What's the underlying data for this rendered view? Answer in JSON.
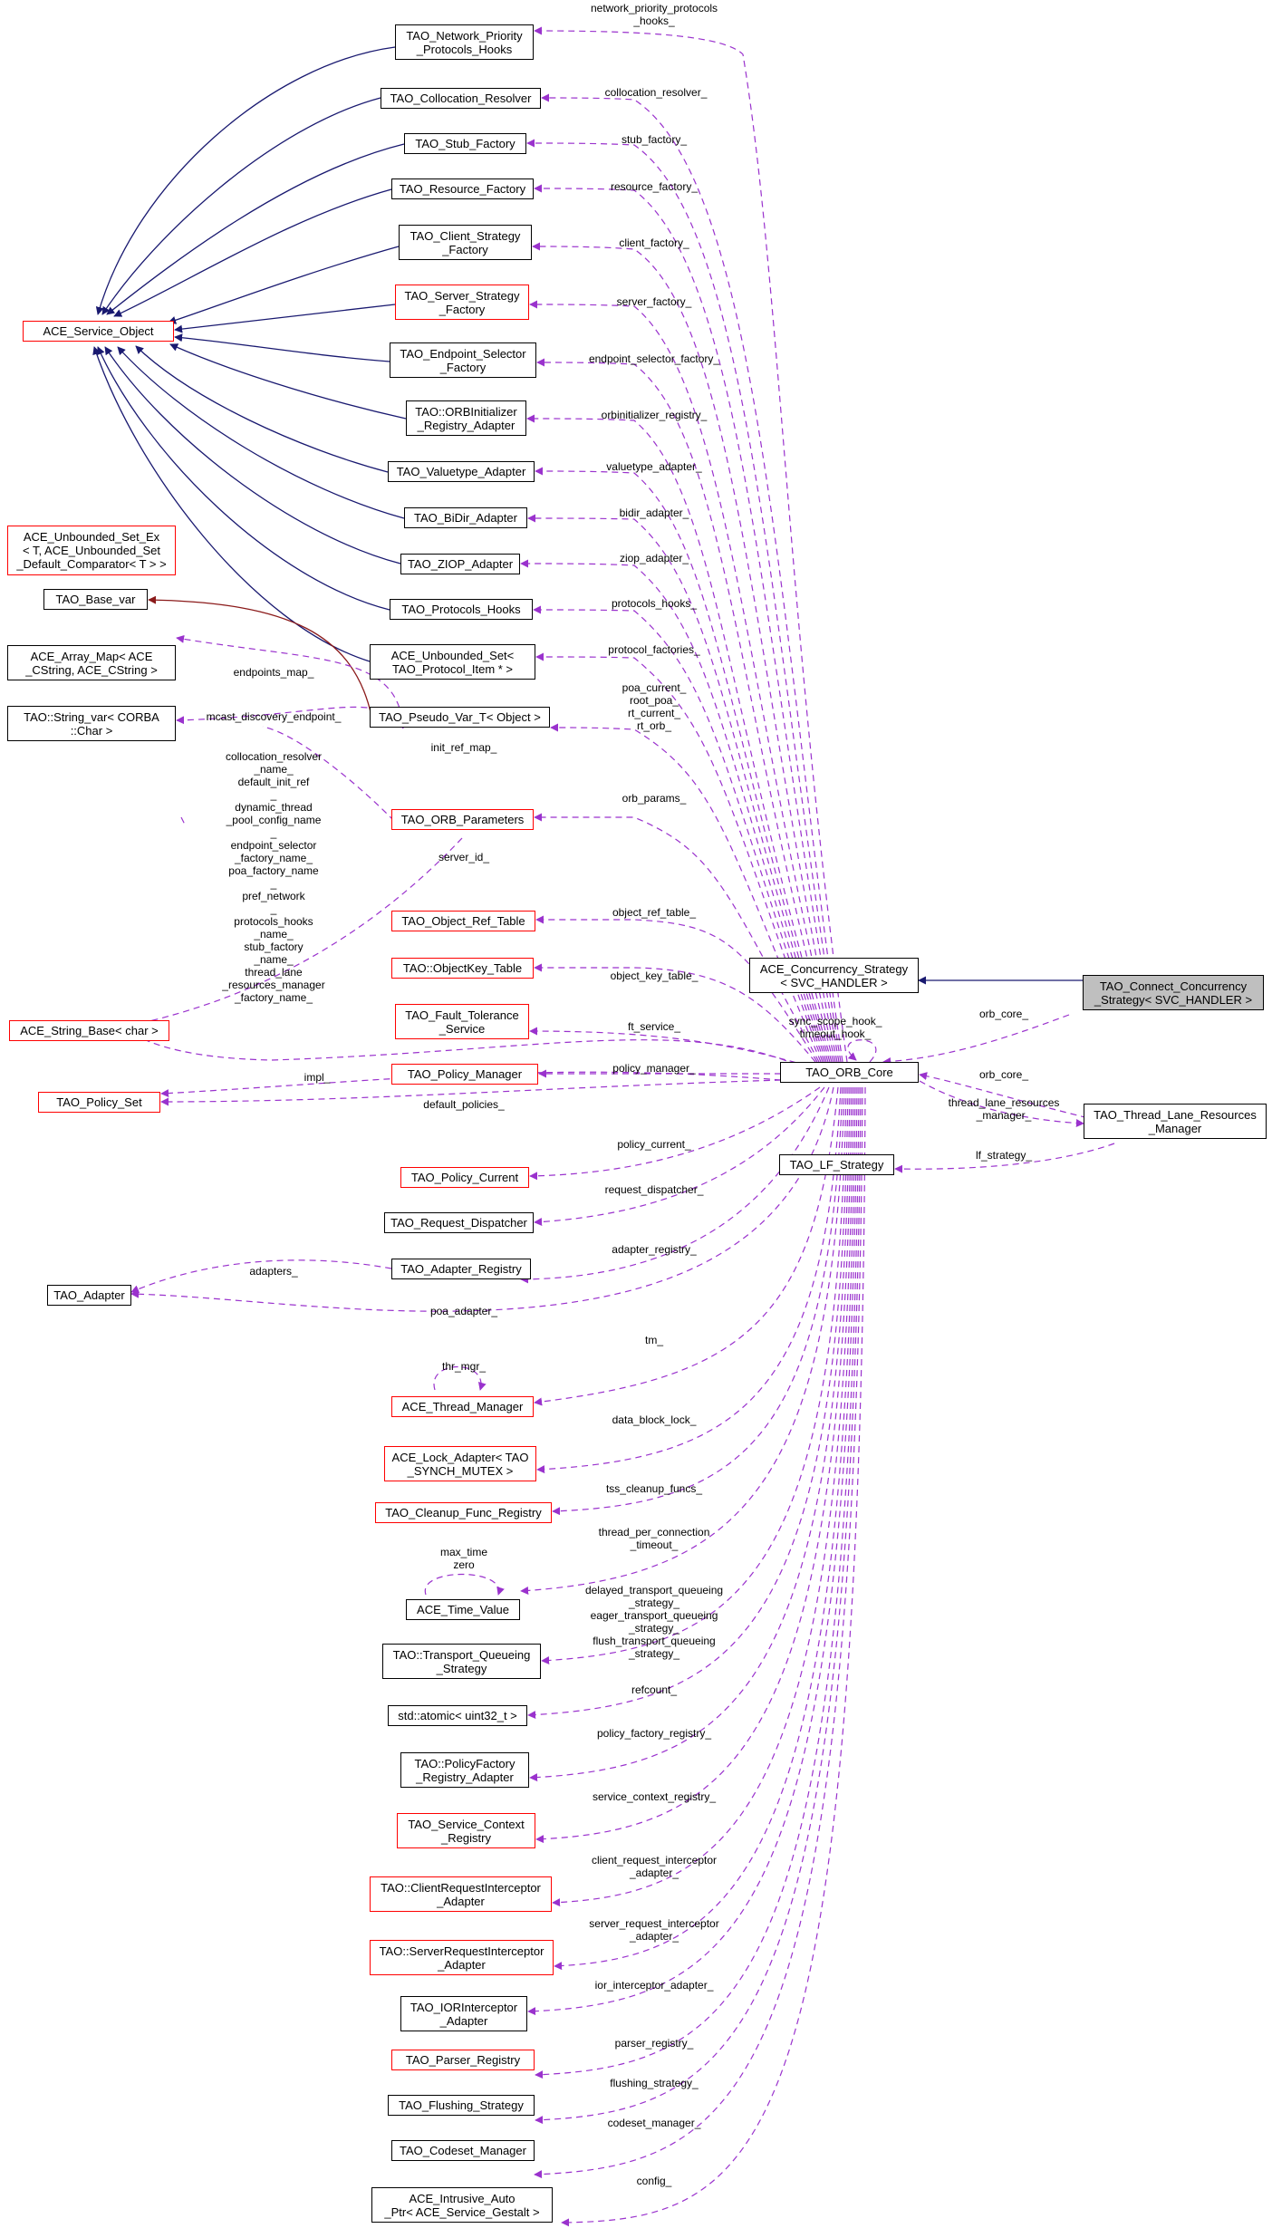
{
  "colors": {
    "inheritance": "#191970",
    "usage": "#9a32cd",
    "template": "#8b1a1a",
    "red_border": "#ff0000",
    "focus_fill": "#bfbfbf"
  },
  "nodes": {
    "connect_strategy": "TAO_Connect_Concurrency\n_Strategy< SVC_HANDLER >",
    "concurrency_strategy": "ACE_Concurrency_Strategy\n< SVC_HANDLER >",
    "orb_core": "TAO_ORB_Core",
    "thread_lane": "TAO_Thread_Lane_Resources\n_Manager",
    "lf_strategy": "TAO_LF_Strategy",
    "service_object": "ACE_Service_Object",
    "network_priority": "TAO_Network_Priority\n_Protocols_Hooks",
    "collocation_resolver": "TAO_Collocation_Resolver",
    "stub_factory": "TAO_Stub_Factory",
    "resource_factory": "TAO_Resource_Factory",
    "client_strategy_factory": "TAO_Client_Strategy\n_Factory",
    "server_strategy_factory": "TAO_Server_Strategy\n_Factory",
    "endpoint_selector_factory": "TAO_Endpoint_Selector\n_Factory",
    "orbinitializer_registry": "TAO::ORBInitializer\n_Registry_Adapter",
    "valuetype_adapter": "TAO_Valuetype_Adapter",
    "bidir_adapter": "TAO_BiDir_Adapter",
    "ziop_adapter": "TAO_ZIOP_Adapter",
    "protocols_hooks": "TAO_Protocols_Hooks",
    "unbounded_set": "ACE_Unbounded_Set<\nTAO_Protocol_Item * >",
    "unbounded_set_ex": "ACE_Unbounded_Set_Ex\n< T, ACE_Unbounded_Set\n_Default_Comparator< T > >",
    "base_var": "TAO_Base_var",
    "array_map": "ACE_Array_Map< ACE\n_CString, ACE_CString >",
    "string_var": "TAO::String_var< CORBA\n::Char >",
    "pseudo_var": "TAO_Pseudo_Var_T< Object >",
    "orb_parameters": "TAO_ORB_Parameters",
    "string_base": "ACE_String_Base< char >",
    "policy_set": "TAO_Policy_Set",
    "object_ref_table": "TAO_Object_Ref_Table",
    "objectkey_table": "TAO::ObjectKey_Table",
    "fault_tolerance": "TAO_Fault_Tolerance\n_Service",
    "policy_manager": "TAO_Policy_Manager",
    "policy_current": "TAO_Policy_Current",
    "request_dispatcher": "TAO_Request_Dispatcher",
    "adapter_registry": "TAO_Adapter_Registry",
    "adapter": "TAO_Adapter",
    "thread_manager": "ACE_Thread_Manager",
    "lock_adapter": "ACE_Lock_Adapter< TAO\n_SYNCH_MUTEX >",
    "cleanup_func": "TAO_Cleanup_Func_Registry",
    "time_value": "ACE_Time_Value",
    "transport_queueing": "TAO::Transport_Queueing\n_Strategy",
    "atomic": "std::atomic< uint32_t >",
    "policyfactory_registry": "TAO::PolicyFactory\n_Registry_Adapter",
    "service_context_registry": "TAO_Service_Context\n_Registry",
    "client_request_interceptor": "TAO::ClientRequestInterceptor\n_Adapter",
    "server_request_interceptor": "TAO::ServerRequestInterceptor\n_Adapter",
    "ior_interceptor": "TAO_IORInterceptor\n_Adapter",
    "parser_registry": "TAO_Parser_Registry",
    "flushing_strategy": "TAO_Flushing_Strategy",
    "codeset_manager": "TAO_Codeset_Manager",
    "intrusive_auto_ptr": "ACE_Intrusive_Auto\n_Ptr< ACE_Service_Gestalt >"
  },
  "edge_labels": {
    "network_priority": "network_priority_protocols\n_hooks_",
    "collocation_resolver": "collocation_resolver_",
    "stub_factory": "stub_factory_",
    "resource_factory": "resource_factory_",
    "client_factory": "client_factory_",
    "server_factory": "server_factory_",
    "endpoint_selector_factory": "endpoint_selector_factory_",
    "orbinitializer_registry": "orbinitializer_registry_",
    "valuetype_adapter": "valuetype_adapter_",
    "bidir_adapter": "bidir_adapter_",
    "ziop_adapter": "ziop_adapter_",
    "protocols_hooks": "protocols_hooks_",
    "protocol_factories": "protocol_factories_",
    "endpoints_map": "endpoints_map_",
    "mcast_discovery": "mcast_discovery_endpoint_",
    "pseudo_var_members": "poa_current_\nroot_poa_\nrt_current_\nrt_orb_",
    "init_ref_map": "init_ref_map_",
    "orb_params": "orb_params_",
    "string_members": "collocation_resolver\n_name_\ndefault_init_ref\n_\ndynamic_thread\n_pool_config_name\n_\nendpoint_selector\n_factory_name_\npoa_factory_name\n_\npref_network\n_\nprotocols_hooks\n_name_\nstub_factory\n_name_\nthread_lane\n_resources_manager\n_factory_name_",
    "server_id": "server_id_",
    "object_ref_table": "object_ref_table_",
    "object_key_table": "object_key_table_",
    "ft_service": "ft_service_",
    "policy_manager": "policy_manager_",
    "impl": "impl_",
    "default_policies": "default_policies_",
    "sync_timeout": "sync_scope_hook_\ntimeout_hook_",
    "orb_core_connect": "orb_core_",
    "orb_core_lane": "orb_core_",
    "thread_lane_resources": "thread_lane_resources\n_manager_",
    "lf_strategy": "lf_strategy_",
    "policy_current": "policy_current_",
    "request_dispatcher": "request_dispatcher_",
    "adapter_registry": "adapter_registry_",
    "adapters": "adapters_",
    "poa_adapter": "poa_adapter_",
    "tm": "tm_",
    "thr_mgr": "thr_mgr_",
    "data_block_lock": "data_block_lock_",
    "tss_cleanup": "tss_cleanup_funcs_",
    "thread_per_connection": "thread_per_connection\n_timeout_",
    "max_time_zero": "max_time\nzero",
    "transport_queueing": "delayed_transport_queueing\n_strategy_\neager_transport_queueing\n_strategy_\nflush_transport_queueing\n_strategy_",
    "refcount": "refcount_",
    "policy_factory_registry": "policy_factory_registry_",
    "service_context_registry": "service_context_registry_",
    "client_request_interceptor": "client_request_interceptor\n_adapter_",
    "server_request_interceptor": "server_request_interceptor\n_adapter_",
    "ior_interceptor": "ior_interceptor_adapter_",
    "parser_registry": "parser_registry_",
    "flushing_strategy": "flushing_strategy_",
    "codeset_manager": "codeset_manager_",
    "config": "config_"
  }
}
